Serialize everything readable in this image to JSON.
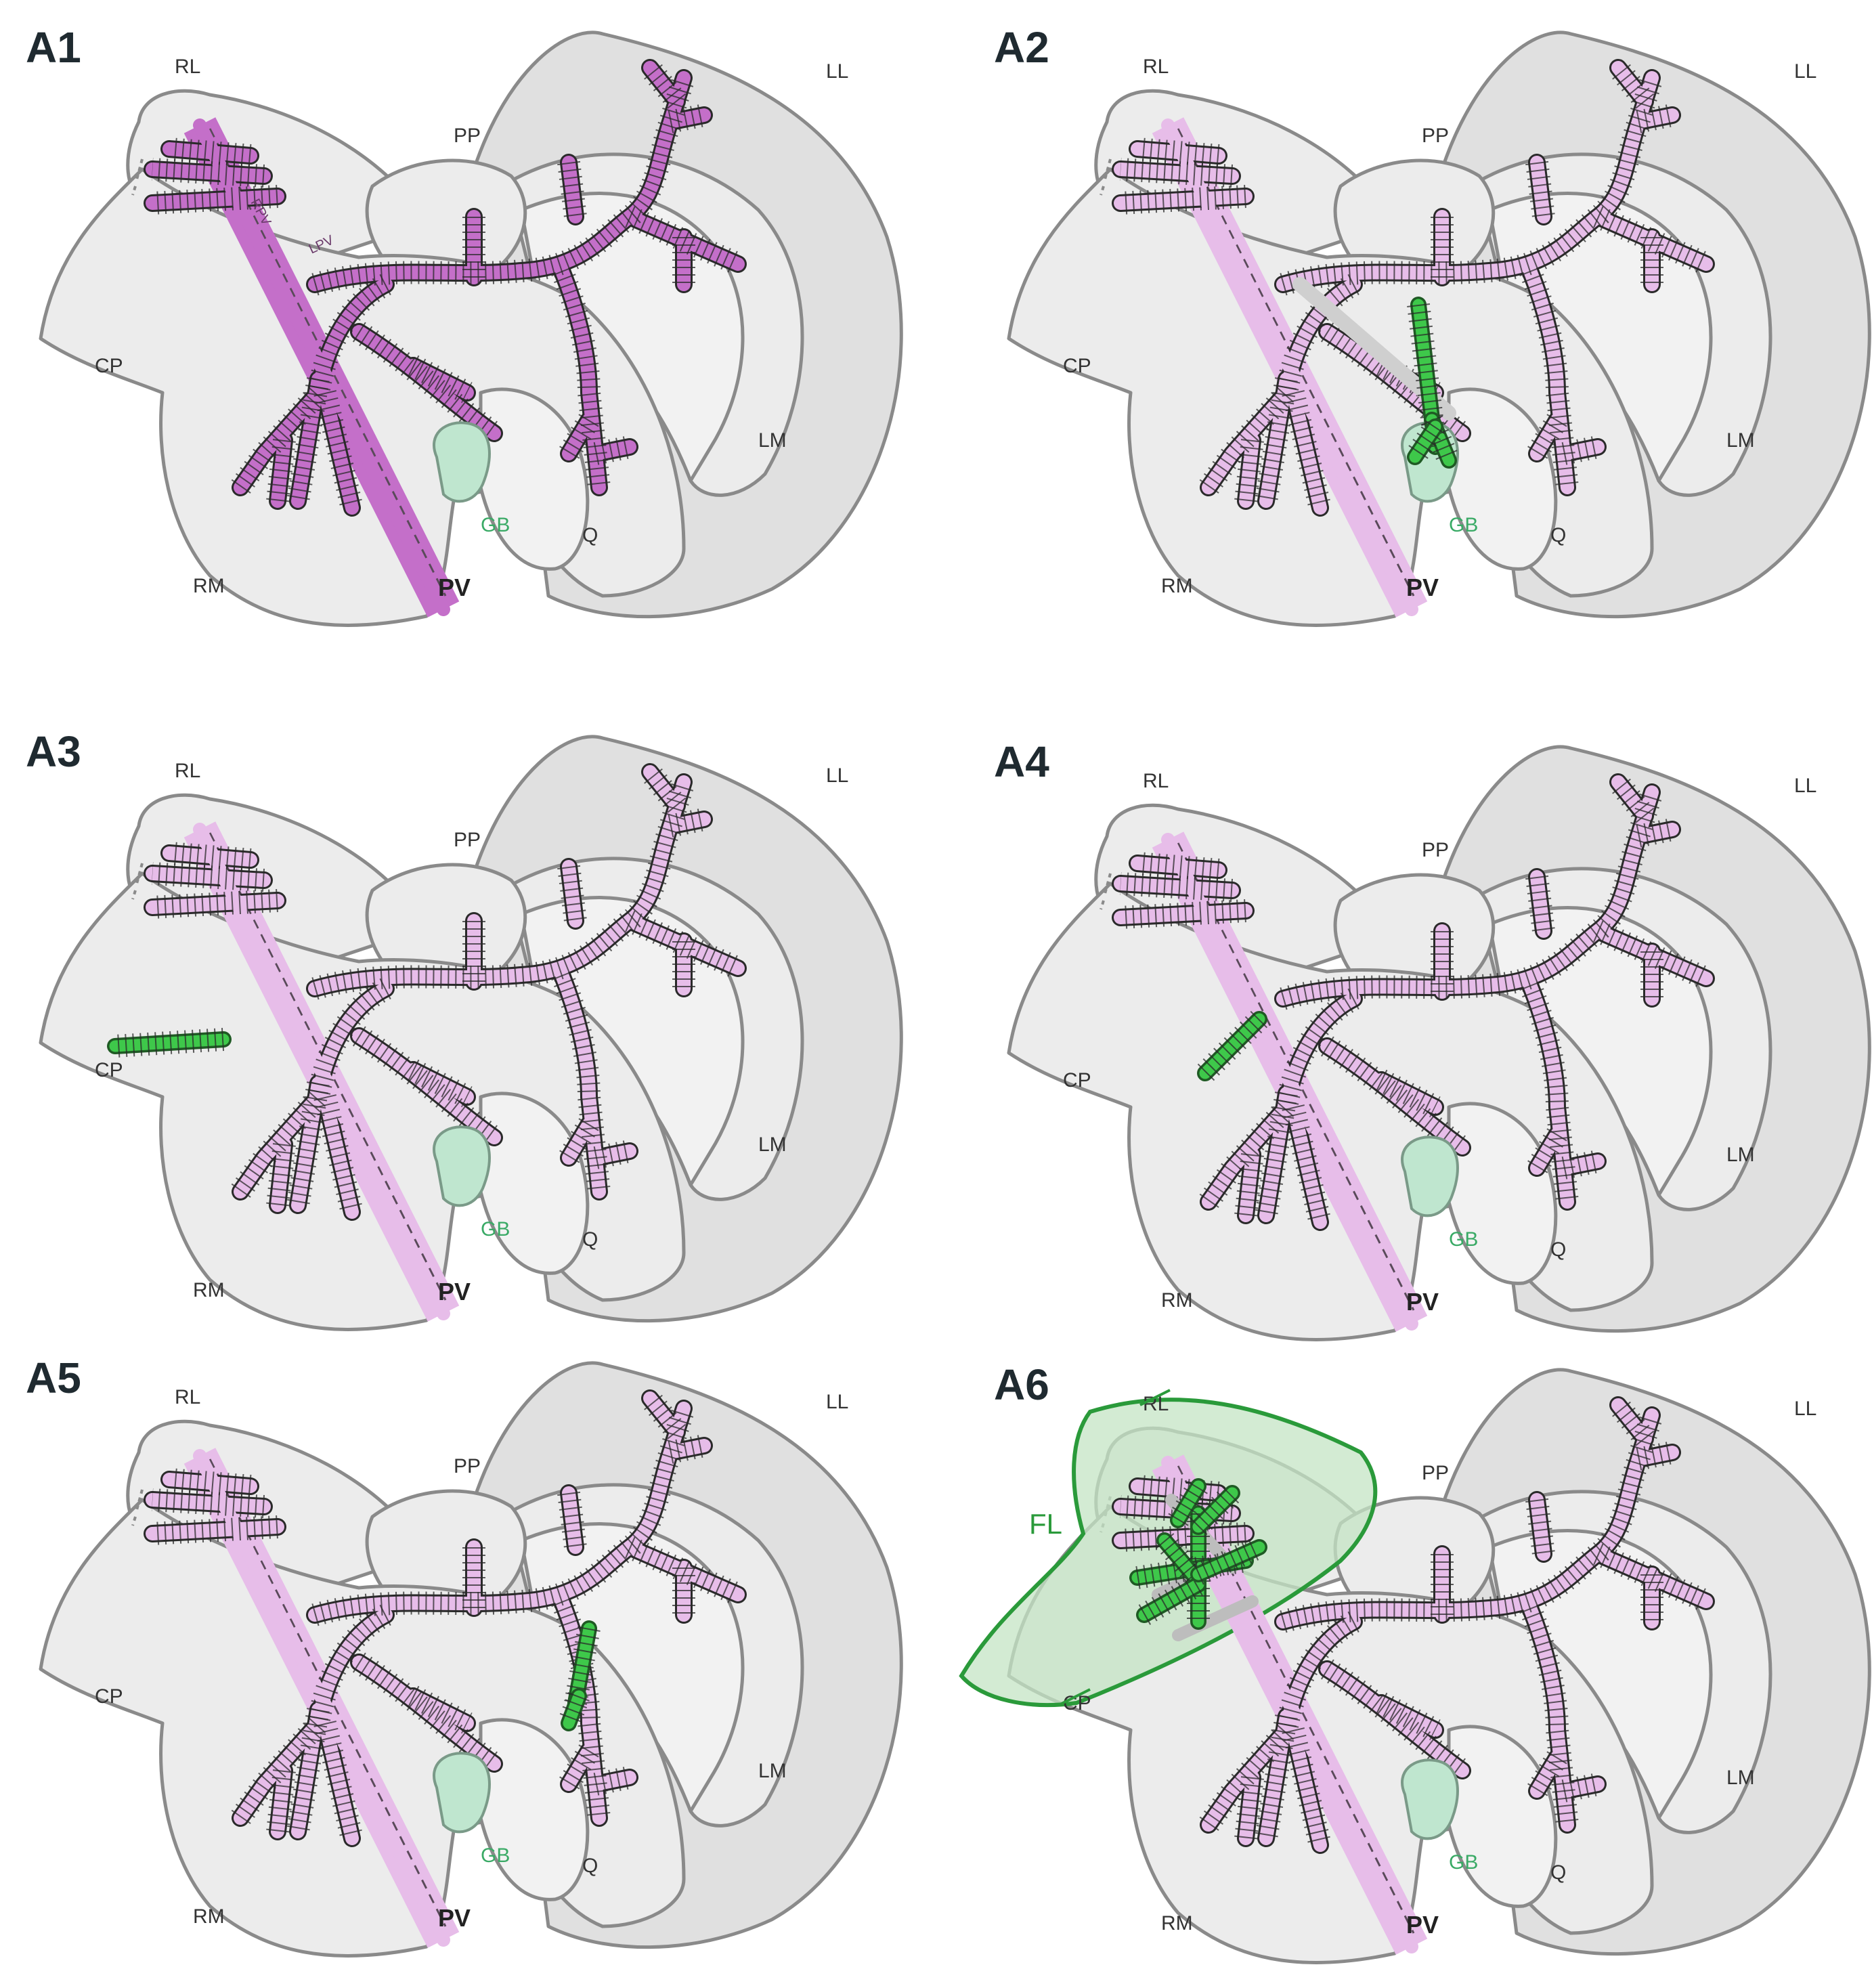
{
  "colors": {
    "vessel_dark": "#c46fc9",
    "vessel_light": "#e7bde9",
    "remnant_green": "#3ec84a",
    "gallbladder": "#bfe6cf",
    "fl_fill": "#c4e4c4",
    "fl_stroke": "#2a9a3a"
  },
  "lobe_labels": {
    "rl": "RL",
    "pp": "PP",
    "ll": "LL",
    "cp": "CP",
    "lm": "LM",
    "rm": "RM",
    "q": "Q",
    "gb": "GB",
    "pv": "PV"
  },
  "vessel_labels": {
    "rpv": "RPV",
    "lpv": "LPV"
  },
  "fl_label": "FL",
  "panels": [
    {
      "id": "A1",
      "label": "A1",
      "tone": "dark",
      "green_segment": "none",
      "has_fl": false,
      "vessel_labels": true
    },
    {
      "id": "A2",
      "label": "A2",
      "tone": "light",
      "green_segment": "ml-branch",
      "has_fl": false,
      "vessel_labels": false
    },
    {
      "id": "A3",
      "label": "A3",
      "tone": "light",
      "green_segment": "caudate-branch",
      "has_fl": false,
      "vessel_labels": false
    },
    {
      "id": "A4",
      "label": "A4",
      "tone": "light",
      "green_segment": "rpv-branch",
      "has_fl": false,
      "vessel_labels": false
    },
    {
      "id": "A5",
      "label": "A5",
      "tone": "light",
      "green_segment": "ll-branch",
      "has_fl": false,
      "vessel_labels": false
    },
    {
      "id": "A6",
      "label": "A6",
      "tone": "light",
      "green_segment": "fl-tree",
      "has_fl": true,
      "vessel_labels": false
    }
  ]
}
